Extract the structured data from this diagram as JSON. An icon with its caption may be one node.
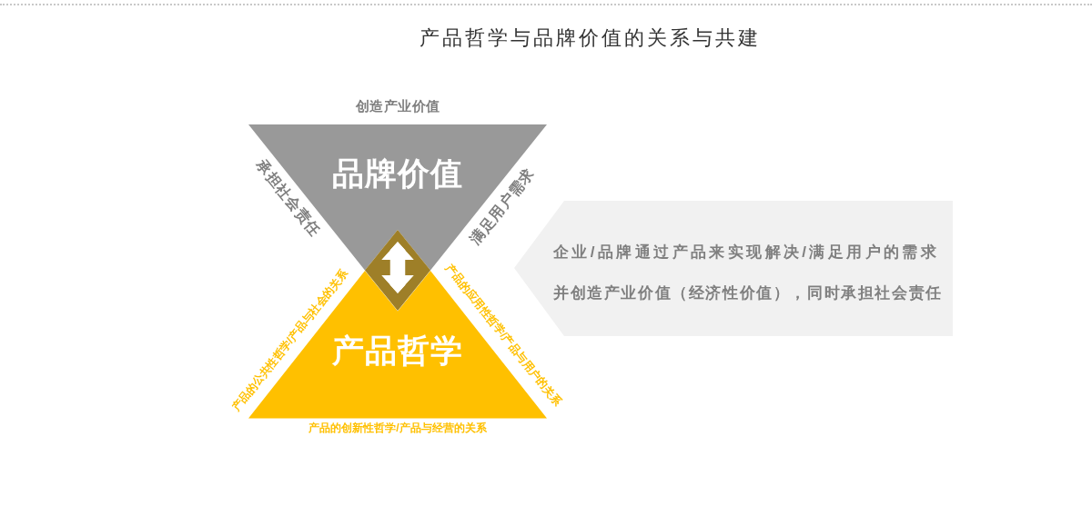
{
  "diagram": {
    "title": "产品哲学与品牌价值的关系与共建",
    "nodes": [
      {
        "text": [
          "品牌价值"
        ],
        "beside": [
          "创造产业价值",
          "承担社会责任",
          "满足用户需求"
        ]
      },
      {
        "text": [
          "产品哲学"
        ],
        "beside": [
          "产品的公共性哲学/产品与社会的关系",
          "产品的应用性哲学/产品与用户的关系",
          "产品的创新性哲学/产品与经营的关系"
        ]
      },
      {
        "text": [
          "企业/品牌通过产品来实现解决/满足用户的需求",
          "并创造产业价值（经济性价值），同时承担社会责任"
        ]
      }
    ],
    "edges": [
      {
        "from": 0,
        "to": 1,
        "arrow": "both"
      }
    ]
  }
}
